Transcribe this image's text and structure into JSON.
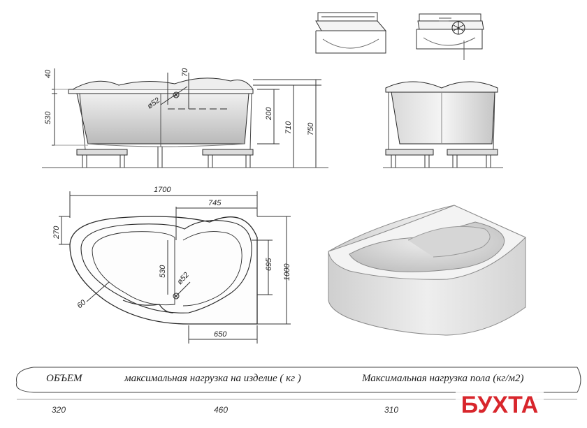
{
  "dimensions": {
    "top_40": "40",
    "top_70": "70",
    "top_530": "530",
    "top_d52": "ø52",
    "top_200": "200",
    "top_710": "710",
    "top_750": "750",
    "plan_1700": "1700",
    "plan_745": "745",
    "plan_270": "270",
    "plan_530": "530",
    "plan_d52": "ø52",
    "plan_695": "695",
    "plan_1000": "1000",
    "plan_60": "60",
    "plan_650": "650"
  },
  "table": {
    "headers": [
      "ОБЪЕМ",
      "максимальная нагрузка на изделие ( кг )",
      "Максимальная нагрузка пола (кг/м2)"
    ],
    "values": [
      "320",
      "460",
      "310"
    ]
  },
  "brand": {
    "logo_text": "БУХТА",
    "logo_color": "#d8262c"
  }
}
